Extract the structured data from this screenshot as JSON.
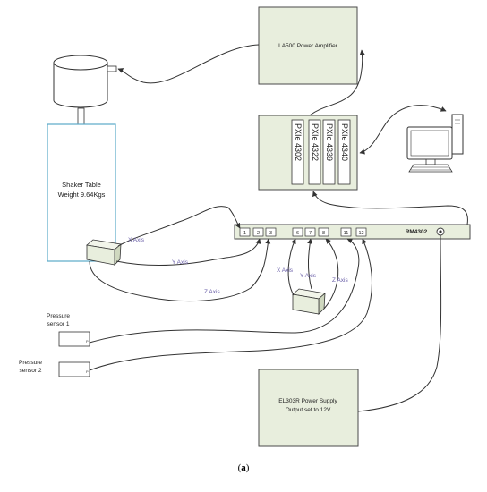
{
  "amplifier": {
    "label": "LA500 Power Amplifier"
  },
  "pxi_chassis": {
    "modules": [
      "PXIe 4302",
      "PXIe 4322",
      "PXIe 4339",
      "PXIe 4340"
    ]
  },
  "shaker_table": {
    "line1": "Shaker Table",
    "line2": "Weight 9.64Kgs"
  },
  "cables": {
    "x_axis_1": "X Axis",
    "y_axis_1": "Y Axis",
    "z_axis_1": "Z Axis",
    "x_axis_2": "X Axis",
    "y_axis_2": "Y Axis",
    "z_axis_2": "Z Axis"
  },
  "rm4302": {
    "label": "RM4302",
    "ports": [
      "1",
      "2",
      "3",
      "6",
      "7",
      "8",
      "11",
      "12"
    ]
  },
  "pressure_sensor_1": {
    "line1": "Pressure",
    "line2": "sensor 1"
  },
  "pressure_sensor_2": {
    "line1": "Pressure",
    "line2": "sensor 2"
  },
  "power_supply": {
    "line1": "EL303R Power Supply",
    "line2": "Output set to 12V"
  },
  "caption": {
    "open": "(",
    "letter": "a",
    "close": ")"
  },
  "colors": {
    "box_fill": "#e8eedd",
    "table_outline": "#5aa9c9",
    "cable_label": "#6a5fa8"
  }
}
